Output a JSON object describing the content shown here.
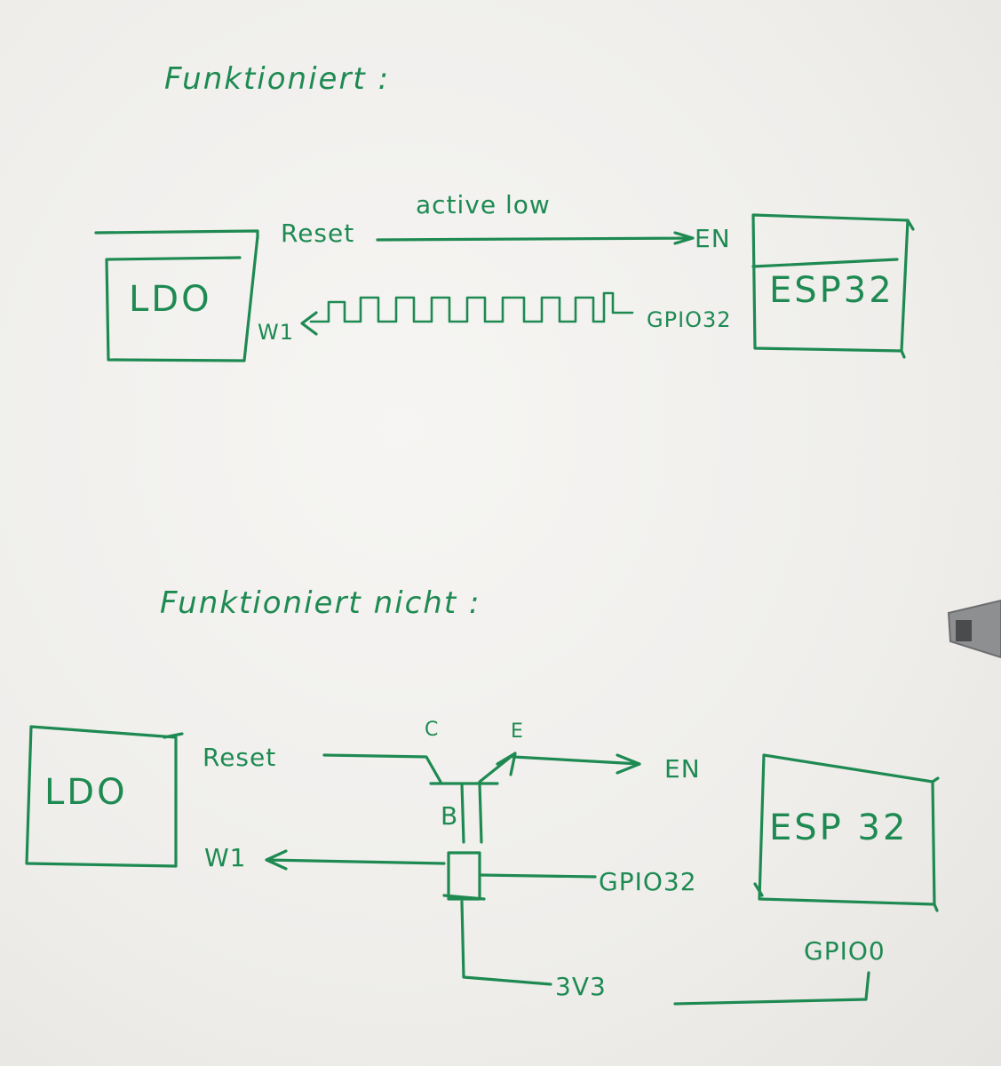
{
  "top": {
    "heading": "Funktioniert :",
    "ldo": "LDO",
    "esp32": "ESP32",
    "reset": "Reset",
    "active_low": "active low",
    "en": "EN",
    "w1": "W1",
    "gpio": "GPIO32"
  },
  "bottom": {
    "heading": "Funktioniert nicht :",
    "ldo": "LDO",
    "esp32": "ESP 32",
    "reset": "Reset",
    "c": "C",
    "e": "E",
    "b": "B",
    "en": "EN",
    "w1": "W1",
    "gpio": "GPIO32",
    "v33": "3V3",
    "gpio0": "GPIO0"
  },
  "colors": {
    "ink": "#1e8a52",
    "paper": "#f3f2ef"
  }
}
